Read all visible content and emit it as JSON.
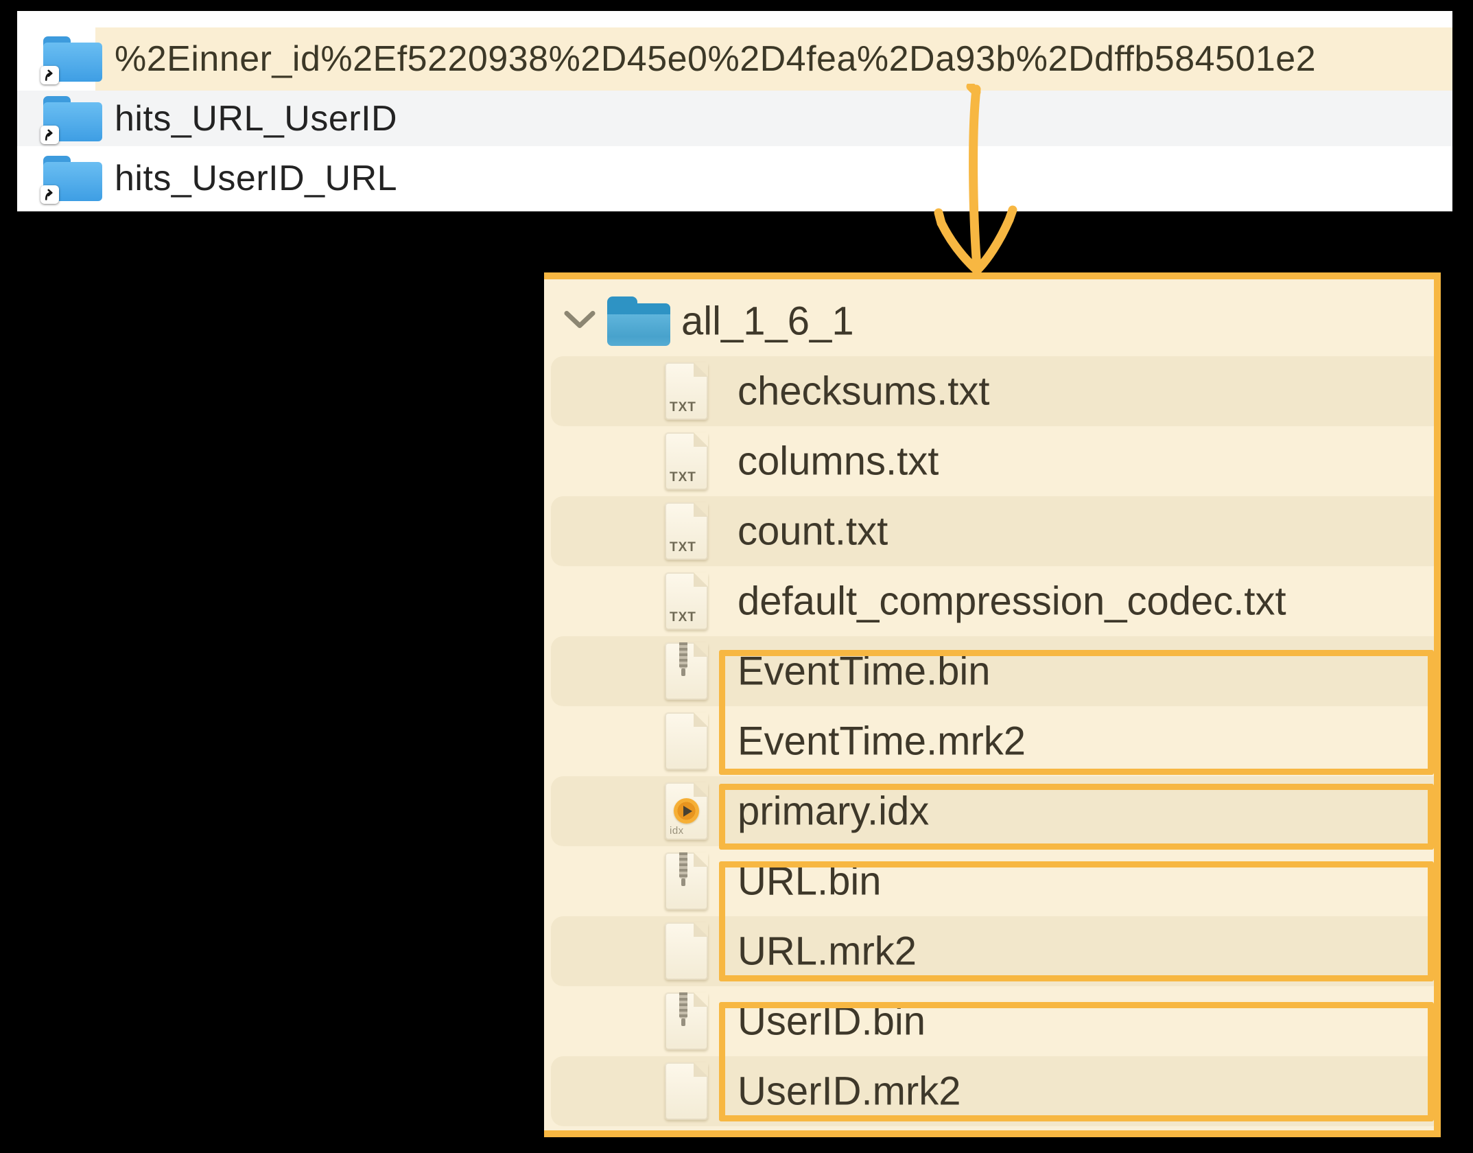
{
  "colors": {
    "accent_orange": "#F7B742",
    "finder_bg": "#FFFFFF",
    "finder_alt_row": "#F3F4F5",
    "finder_highlight": "#FAEED3",
    "panel_bg": "#FAF0D8",
    "panel_alt_row": "#F2E7CB",
    "text_dark": "#3E382A",
    "canvas": "#000000"
  },
  "finder": {
    "rows": [
      {
        "name": "%2Einner_id%2Ef5220938%2D45e0%2D4fea%2Da93b%2Ddffb584501e2",
        "icon": "alias-folder-icon",
        "highlighted": true
      },
      {
        "name": "hits_URL_UserID",
        "icon": "alias-folder-icon",
        "highlighted": false
      },
      {
        "name": "hits_UserID_URL",
        "icon": "alias-folder-icon",
        "highlighted": false
      }
    ]
  },
  "arrow": {
    "icon": "down-arrow",
    "color": "#F7B742",
    "from": "highlighted folder row",
    "to": "expanded part contents panel"
  },
  "tree": {
    "root": {
      "name": "all_1_6_1",
      "icon": "folder-icon",
      "state": "expanded"
    },
    "items": [
      {
        "name": "checksums.txt",
        "icon": "txt-file-icon",
        "badge": "TXT"
      },
      {
        "name": "columns.txt",
        "icon": "txt-file-icon",
        "badge": "TXT"
      },
      {
        "name": "count.txt",
        "icon": "txt-file-icon",
        "badge": "TXT"
      },
      {
        "name": "default_compression_codec.txt",
        "icon": "txt-file-icon",
        "badge": "TXT"
      },
      {
        "name": "EventTime.bin",
        "icon": "bin-file-icon",
        "badge": ""
      },
      {
        "name": "EventTime.mrk2",
        "icon": "blank-file-icon",
        "badge": ""
      },
      {
        "name": "primary.idx",
        "icon": "idx-file-icon",
        "badge": "idx"
      },
      {
        "name": "URL.bin",
        "icon": "bin-file-icon",
        "badge": ""
      },
      {
        "name": "URL.mrk2",
        "icon": "blank-file-icon",
        "badge": ""
      },
      {
        "name": "UserID.bin",
        "icon": "bin-file-icon",
        "badge": ""
      },
      {
        "name": "UserID.mrk2",
        "icon": "blank-file-icon",
        "badge": ""
      }
    ],
    "highlight_boxes": [
      {
        "items": [
          "EventTime.bin",
          "EventTime.mrk2"
        ]
      },
      {
        "items": [
          "primary.idx"
        ]
      },
      {
        "items": [
          "URL.bin",
          "URL.mrk2"
        ]
      },
      {
        "items": [
          "UserID.bin",
          "UserID.mrk2"
        ]
      }
    ]
  }
}
